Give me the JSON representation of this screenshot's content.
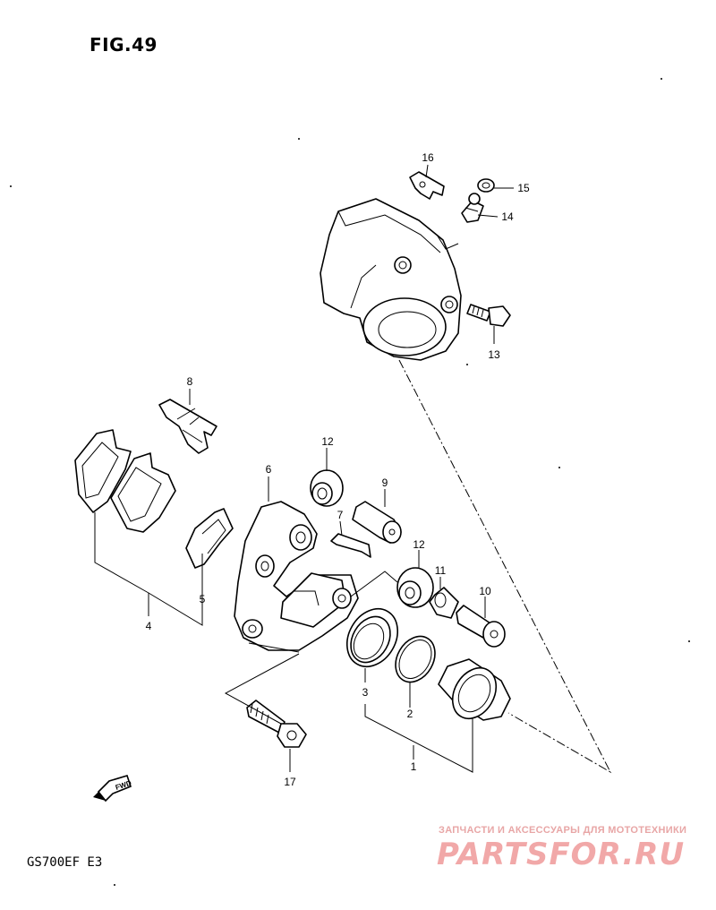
{
  "figure": {
    "title": "FIG.49"
  },
  "model": {
    "code": "GS700EF  E3"
  },
  "fwd_label": "FWD",
  "callouts": {
    "p1": "1",
    "p2": "2",
    "p3": "3",
    "p4": "4",
    "p5": "5",
    "p6": "6",
    "p7": "7",
    "p8": "8",
    "p9": "9",
    "p10": "10",
    "p11": "11",
    "p12a": "12",
    "p12b": "12",
    "p13": "13",
    "p14": "14",
    "p15": "15",
    "p16": "16",
    "p17": "17"
  },
  "watermark": {
    "caption": "ЗАПЧАСТИ И АКСЕССУАРЫ ДЛЯ МОТОТЕХНИКИ",
    "logo": "PARTSFOR.RU",
    "color": "#ef9a9a"
  }
}
